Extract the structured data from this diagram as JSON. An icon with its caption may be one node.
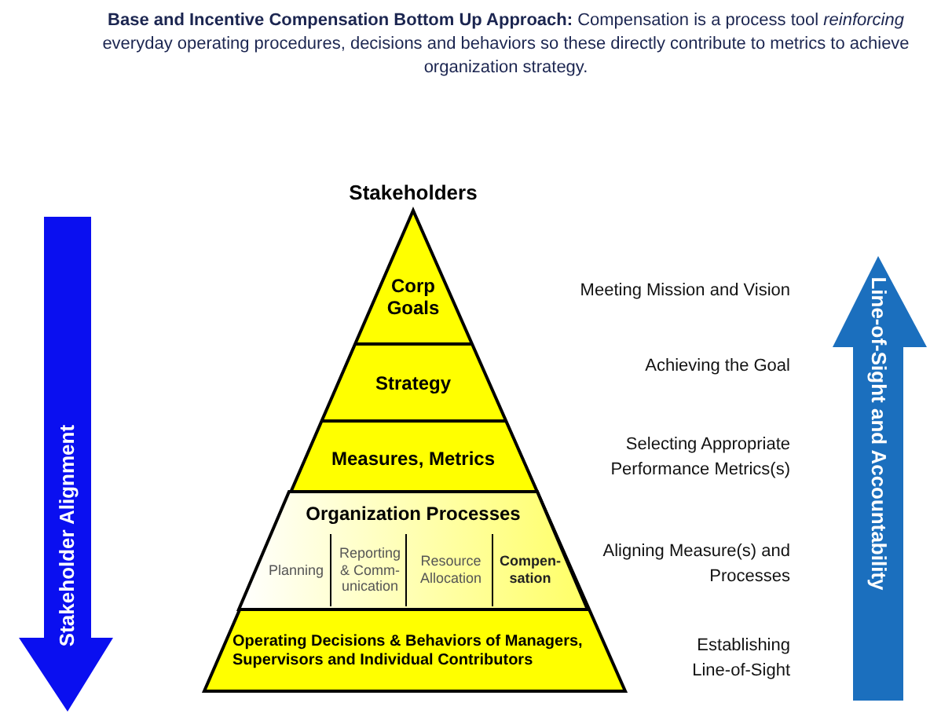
{
  "diagram": {
    "title": "**Base and Incentive Compensation Bottom Up Approach:**  Compensation is a process tool *reinforcing* everyday operating procedures, decisions and behaviors so these directly contribute to metrics to achieve organization strategy.",
    "nodes": [
      {
        "text": [
          "Stakeholders"
        ]
      },
      {
        "text": [
          "Corp Goals"
        ],
        "in": 0
      },
      {
        "text": [
          "Strategy"
        ],
        "in": 0
      },
      {
        "text": [
          "Measures, Metrics"
        ],
        "in": 0
      },
      {
        "text": [
          "Organization Processes"
        ],
        "in": 0
      },
      {
        "text": [
          "Planning"
        ],
        "in": 4
      },
      {
        "text": [
          "Reporting & Comm- unication"
        ],
        "in": 4
      },
      {
        "text": [
          "Resource Allocation"
        ],
        "in": 4
      },
      {
        "text": [
          "Compen- sation"
        ],
        "in": 4
      },
      {
        "text": [
          "Operating Decisions & Behaviors of Managers, Supervisors and Individual Contributors"
        ],
        "in": 0
      },
      {
        "text": [
          "Stakeholder Alignment"
        ]
      },
      {
        "text": [
          "Line-of-Sight and Accountability"
        ]
      }
    ],
    "labels": [
      "Meeting Mission and Vision",
      "Achieving the Goal",
      "Selecting Appropriate Performance Metrics(s)",
      "Aligning Measure(s) and Processes",
      "Establishing Line-of-Sight"
    ]
  }
}
